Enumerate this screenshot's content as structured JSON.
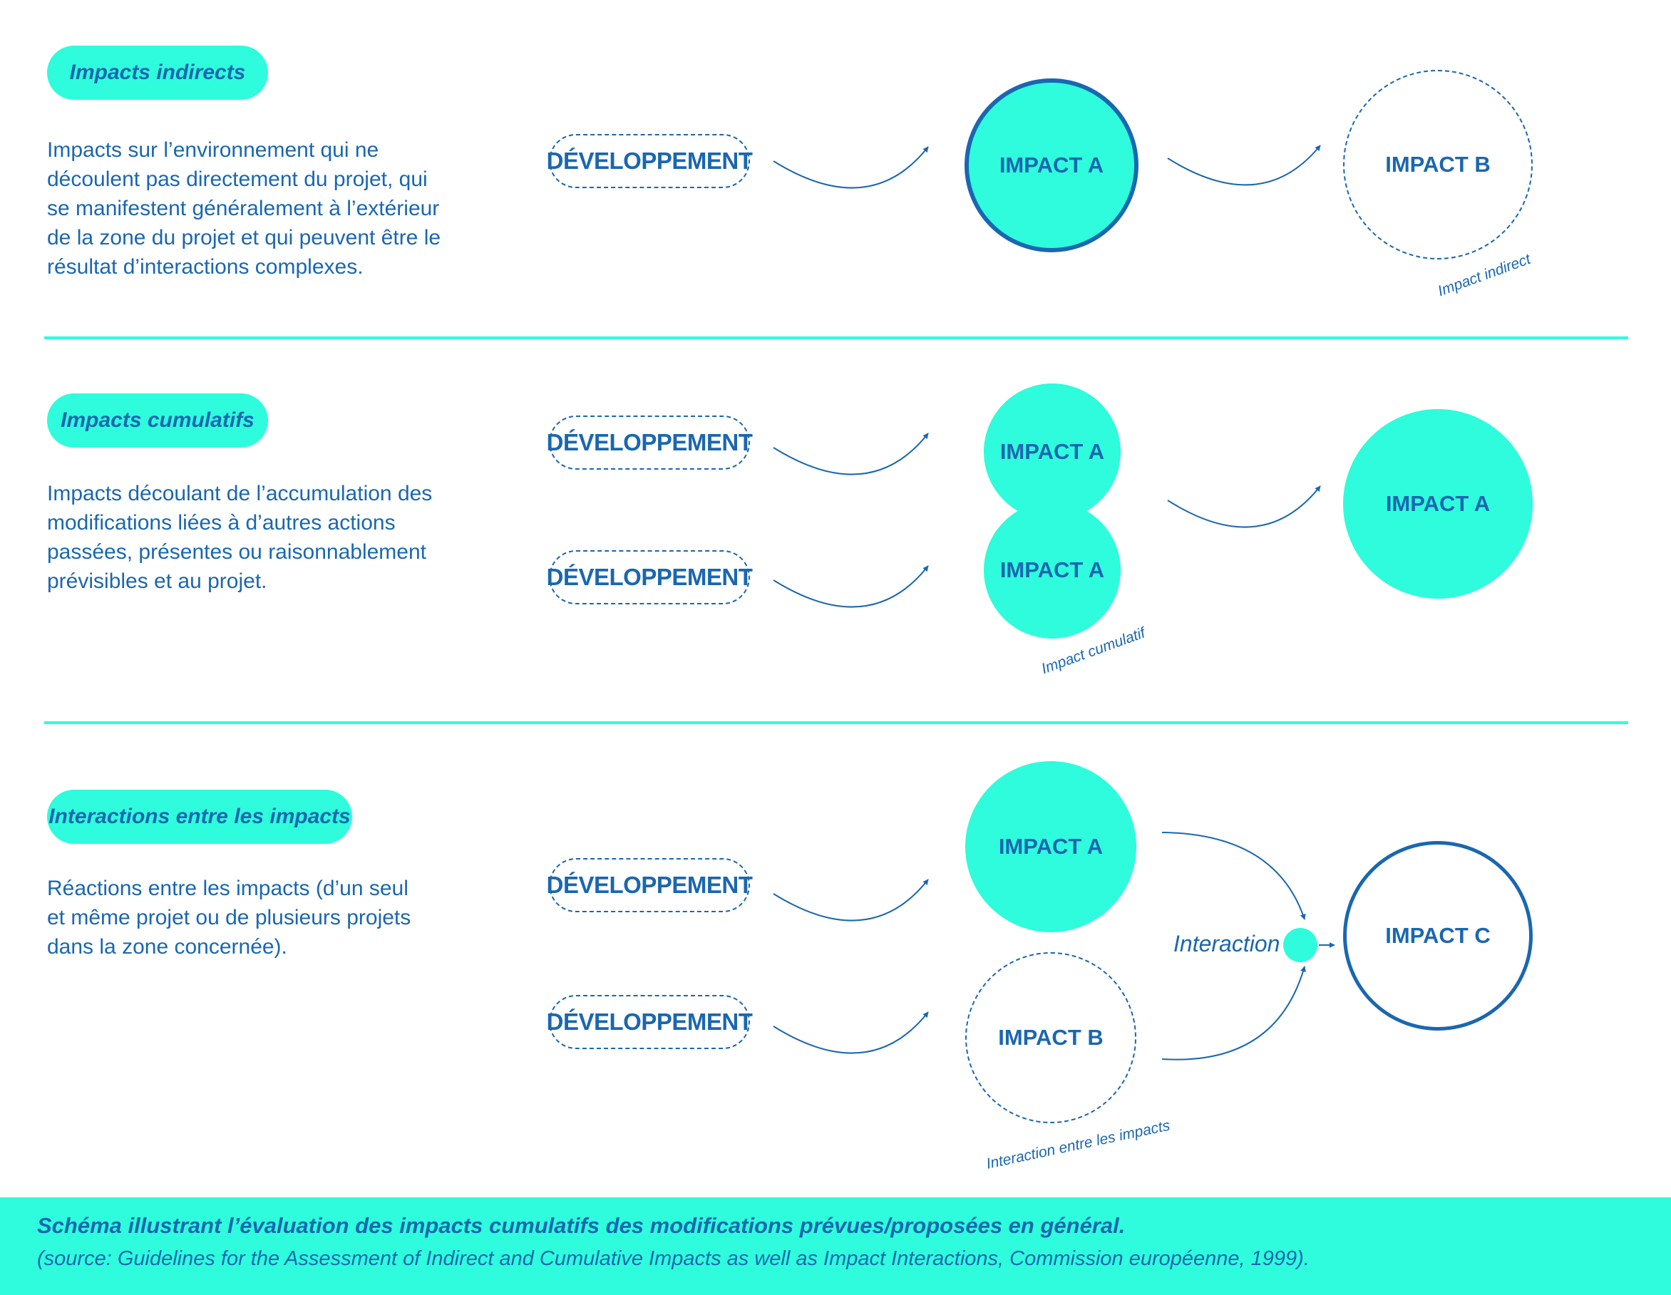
{
  "sections": [
    {
      "pill": "Impacts indirects",
      "desc_lines": [
        "Impacts sur l’environnement qui ne",
        "découlent pas directement du projet, qui",
        "se manifestent généralement à l’extérieur",
        "de la zone du projet et qui peuvent être le",
        "résultat d’interactions complexes."
      ],
      "development": "DÉVELOPPEMENT",
      "impact_a": "IMPACT A",
      "impact_b": "IMPACT B",
      "annotation": "Impact indirect"
    },
    {
      "pill": "Impacts cumulatifs",
      "desc_lines": [
        "Impacts découlant de l’accumulation des",
        "modifications liées à d’autres actions",
        "passées, présentes ou raisonnablement",
        "prévisibles et au projet."
      ],
      "development_1": "DÉVELOPPEMENT",
      "development_2": "DÉVELOPPEMENT",
      "impact_a_1": "IMPACT A",
      "impact_a_2": "IMPACT A",
      "impact_result": "IMPACT A",
      "annotation": "Impact cumulatif"
    },
    {
      "pill": "Interactions entre les impacts",
      "desc_lines": [
        "Réactions entre les impacts (d’un seul",
        "et même projet ou de plusieurs projets",
        "dans la zone concernée)."
      ],
      "development_1": "DÉVELOPPEMENT",
      "development_2": "DÉVELOPPEMENT",
      "impact_a": "IMPACT A",
      "impact_b": "IMPACT B",
      "impact_c": "IMPACT C",
      "interaction": "Interaction",
      "annotation": "Interaction entre les impacts"
    }
  ],
  "footer": {
    "title": "Schéma illustrant l’évaluation des impacts cumulatifs des modifications prévues/proposées en général.",
    "source": "(source: Guidelines for the Assessment of Indirect and Cumulative Impacts as well as Impact Interactions, Commission européenne, 1999)."
  },
  "colors": {
    "accent": "#2efcdc",
    "primary": "#1a67b0"
  }
}
